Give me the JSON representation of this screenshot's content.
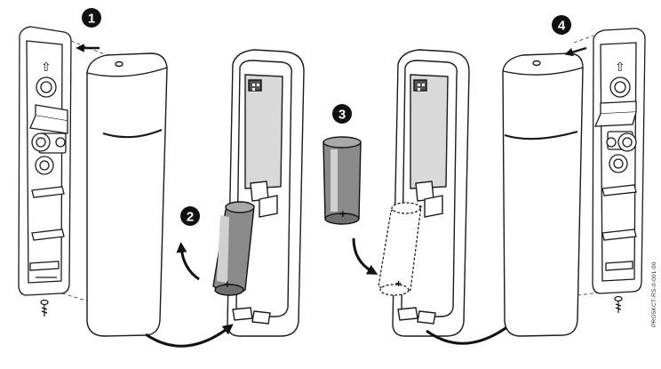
{
  "steps": [
    {
      "number": "1"
    },
    {
      "number": "2"
    },
    {
      "number": "3"
    },
    {
      "number": "4"
    }
  ],
  "battery": {
    "polarity_symbol": "+"
  },
  "arrow_up_glyph": "⇧",
  "reference_code": "PRO5KCT-RS-0-001-00",
  "colors": {
    "outline": "#1a1a1a",
    "battery_fill": "#8a8a8a",
    "battery_dark": "#6e6e6e",
    "badge": "#111111",
    "panel_shade": "#d9d9d9"
  }
}
